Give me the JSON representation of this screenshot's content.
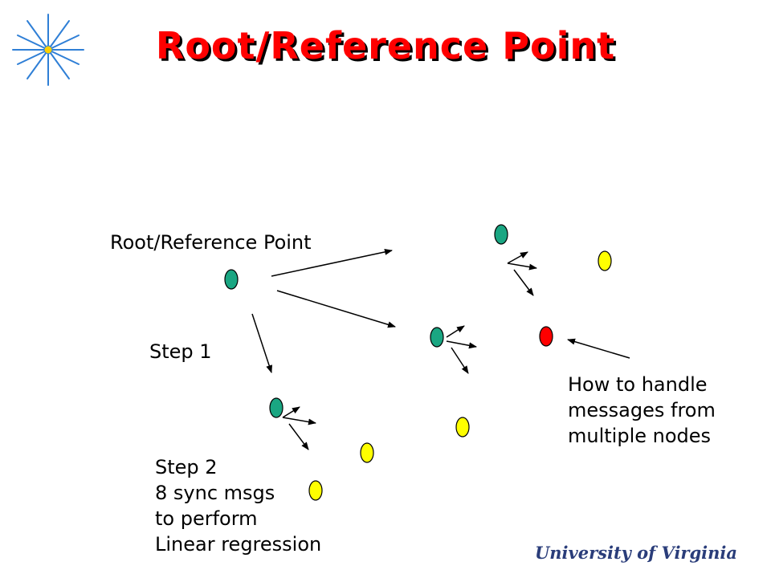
{
  "slide": {
    "title": "Root/Reference Point",
    "labels": {
      "root": "Root/Reference Point",
      "step1": "Step 1",
      "step2_lines": "Step 2\n8 sync msgs\nto perform\nLinear regression",
      "handle_lines": "How to handle\nmessages from\nmultiple nodes"
    },
    "logo": "University of Virginia",
    "colors": {
      "title": "#ff0000",
      "title_shadow": "#000000",
      "node_teal": "#1aa682",
      "node_yellow": "#ffff00",
      "node_red": "#ff0000",
      "arrow": "#000000",
      "logo": "#2a3d7a",
      "star": "#2f7fd6"
    },
    "icons": {
      "corner": "compass-star-icon"
    }
  }
}
